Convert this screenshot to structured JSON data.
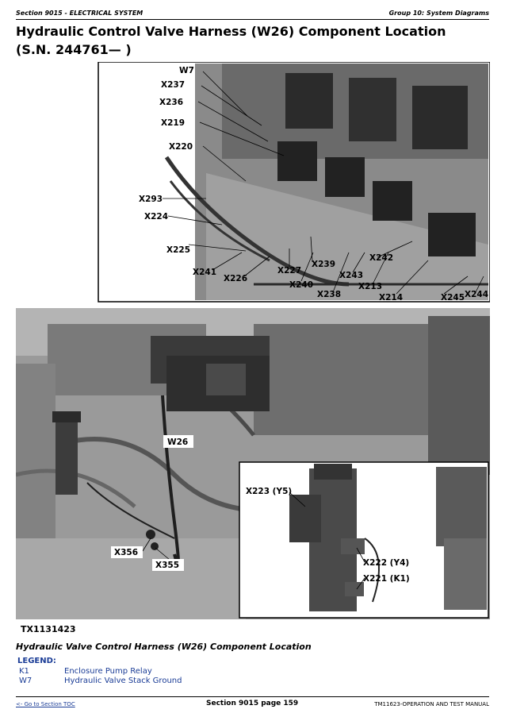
{
  "header": {
    "section": "Section 9015 - ELECTRICAL SYSTEM",
    "group": "Group 10: System Diagrams"
  },
  "title": "Hydraulic Control Valve Harness (W26) Component Location (S.N. 244761— )",
  "figure": {
    "id": "TX1131423",
    "callouts": [
      "W7",
      "X237",
      "X236",
      "X219",
      "X220",
      "X293",
      "X224",
      "X225",
      "X241",
      "X226",
      "X227",
      "X239",
      "X240",
      "X238",
      "X243",
      "X213",
      "X242",
      "X214",
      "X245",
      "X244",
      "W26",
      "X356",
      "X355",
      "X223 (Y5)",
      "X222 (Y4)",
      "X221 (K1)"
    ]
  },
  "caption": "Hydraulic Valve Control Harness (W26) Component Location",
  "legend": {
    "title": "LEGEND:",
    "items": [
      {
        "code": "K1",
        "desc": "Enclosure Pump Relay"
      },
      {
        "code": "W7",
        "desc": "Hydraulic Valve Stack Ground"
      }
    ]
  },
  "footer": {
    "toc_link": "<- Go to Section TOC",
    "page": "Section 9015 page 159",
    "manual": "TM11623-OPERATION AND TEST MANUAL"
  }
}
